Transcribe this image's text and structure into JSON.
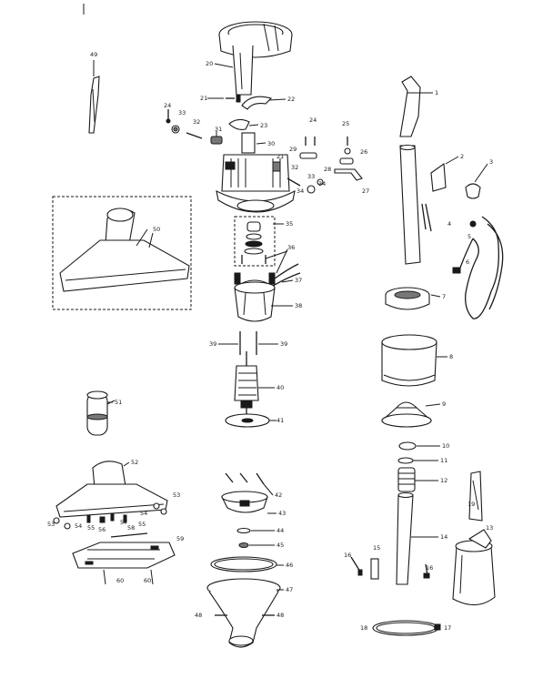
{
  "diagram": {
    "part_labels": {
      "p1": "1",
      "p2": "2",
      "p3": "3",
      "p4": "4",
      "p5": "5",
      "p6": "6",
      "p7": "7",
      "p8": "8",
      "p9": "9",
      "p10": "10",
      "p11": "11",
      "p12": "12",
      "p13": "13",
      "p14": "14",
      "p15": "15",
      "p16a": "16",
      "p16b": "16",
      "p17": "17",
      "p18": "18",
      "p19": "19",
      "p20": "20",
      "p21a": "21",
      "p21b": "21",
      "p22": "22",
      "p23": "23",
      "p24a": "24",
      "p24b": "24",
      "p25": "25",
      "p26": "26",
      "p27": "27",
      "p28": "28",
      "p29": "29",
      "p30": "30",
      "p31": "31",
      "p32a": "32",
      "p32b": "32",
      "p33a": "33",
      "p33b": "33",
      "p34a": "34",
      "p34b": "34",
      "p35": "35",
      "p36": "36",
      "p37": "37",
      "p38": "38",
      "p39a": "39",
      "p39b": "39",
      "p40": "40",
      "p41": "41",
      "p42": "42",
      "p43": "43",
      "p44": "44",
      "p45": "45",
      "p46": "46",
      "p47": "47",
      "p48a": "48",
      "p48b": "48",
      "p49": "49",
      "p50": "50",
      "p51": "51",
      "p52": "52",
      "p53a": "53",
      "p53b": "53",
      "p54a": "54",
      "p54b": "54",
      "p55a": "55",
      "p55b": "55",
      "p56": "56",
      "p57": "57",
      "p58": "58",
      "p59": "59",
      "p60a": "60",
      "p60b": "60"
    }
  }
}
